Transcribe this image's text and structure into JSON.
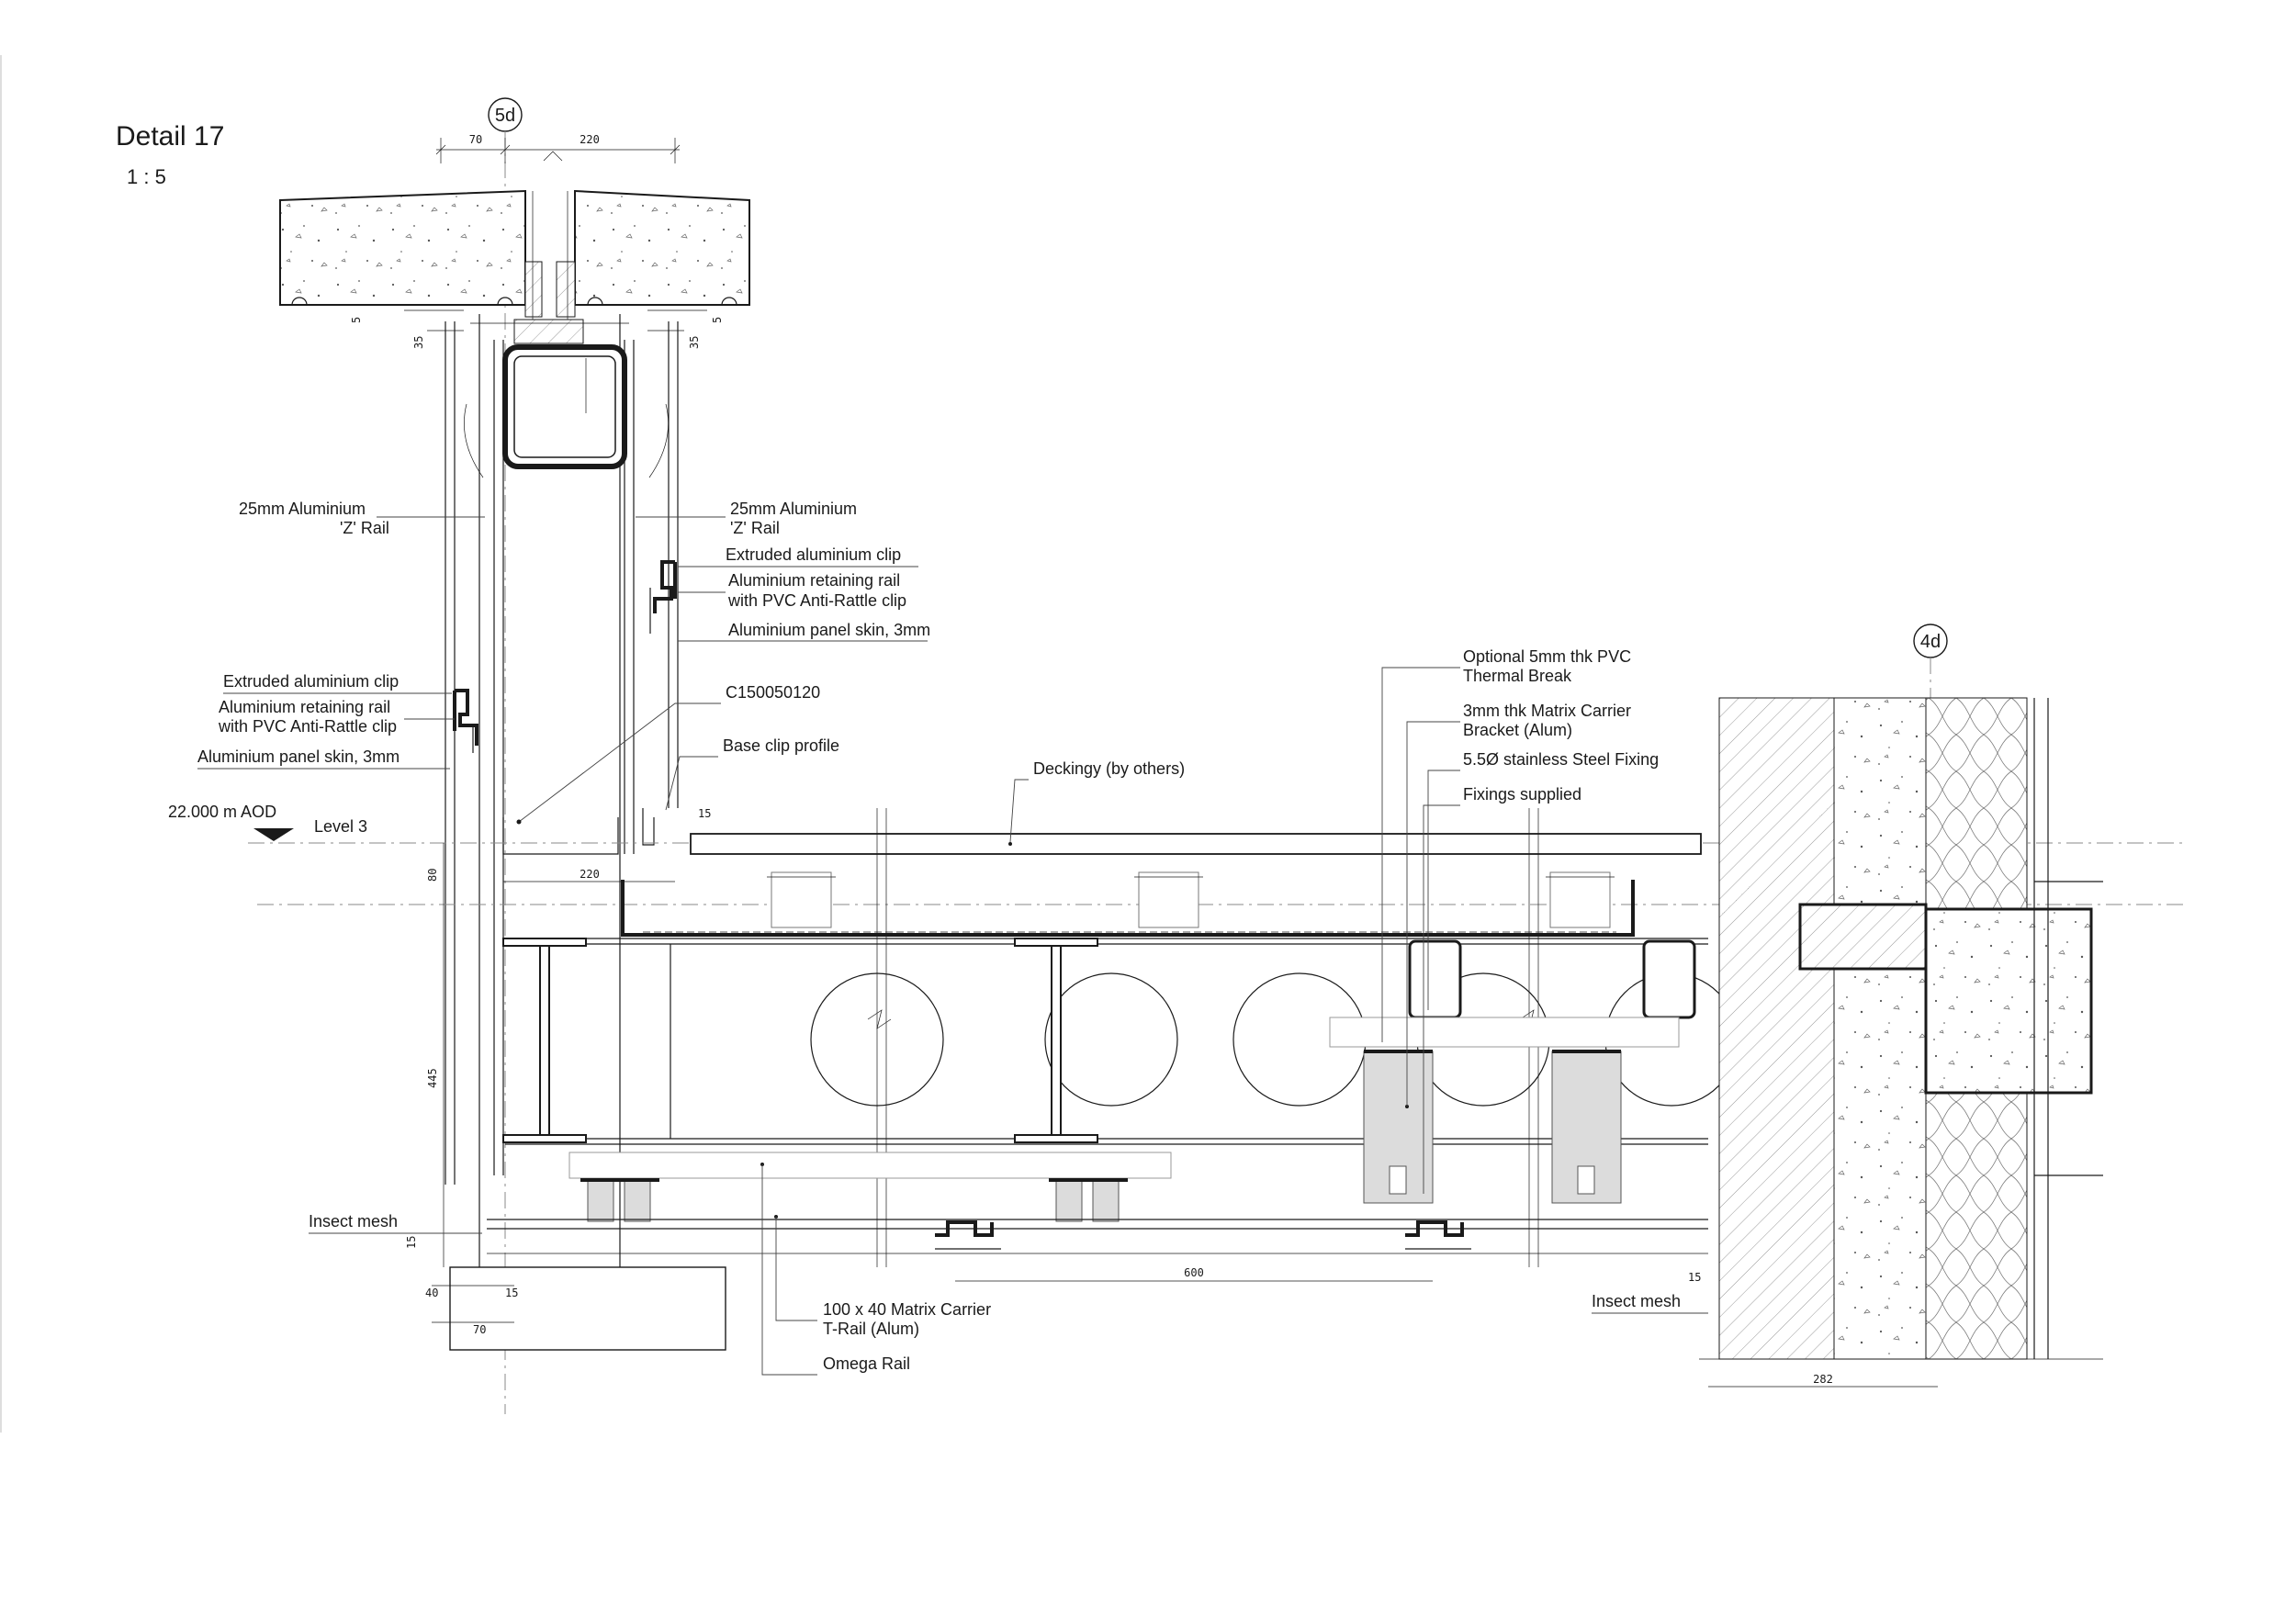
{
  "title": {
    "name": "Detail  17",
    "scale": "1 : 5"
  },
  "grid_markers": [
    {
      "id": "grid-5d",
      "label": "5d"
    },
    {
      "id": "grid-4d",
      "label": "4d"
    }
  ],
  "level": {
    "aod": "22.000 m AOD",
    "name": "Level 3"
  },
  "labels": {
    "z_rail_left_1": "25mm Aluminium",
    "z_rail_left_2": "'Z' Rail",
    "z_rail_right_1": "25mm Aluminium",
    "z_rail_right_2": "'Z' Rail",
    "clip_right": "Extruded aluminium clip",
    "retaining_right_1": "Aluminium retaining rail",
    "retaining_right_2": "with PVC Anti-Rattle clip",
    "skin_right": "Aluminium panel skin, 3mm",
    "clip_left": "Extruded aluminium clip",
    "retaining_left_1": "Aluminium retaining rail",
    "retaining_left_2": "with PVC Anti-Rattle clip",
    "skin_left": "Aluminium panel skin, 3mm",
    "channel": "C150050120",
    "base_clip": "Base clip profile",
    "decking": "Deckingy (by others)",
    "thermal_break_1": "Optional 5mm thk PVC",
    "thermal_break_2": "Thermal Break",
    "bracket_1": "3mm thk Matrix Carrier",
    "bracket_2": "Bracket (Alum)",
    "fixing": "5.5Ø stainless Steel Fixing",
    "fixings_supplied": "Fixings supplied",
    "insect_mesh_left": "Insect mesh",
    "insect_mesh_right": "Insect mesh",
    "t_rail_1": "100 x 40 Matrix Carrier",
    "t_rail_2": "T-Rail (Alum)",
    "omega": "Omega Rail"
  },
  "dimensions": {
    "top_70": "70",
    "top_220": "220",
    "left_5": "5",
    "right_5": "5",
    "left_35": "35",
    "right_35": "35",
    "mid_15": "15",
    "base_220": "220",
    "v_80": "80",
    "v_445": "445",
    "bot_15": "15",
    "bot_40": "40",
    "bot_15b": "15",
    "bot_70": "70",
    "span_600": "600",
    "right_15": "15",
    "wall_282": "282"
  }
}
